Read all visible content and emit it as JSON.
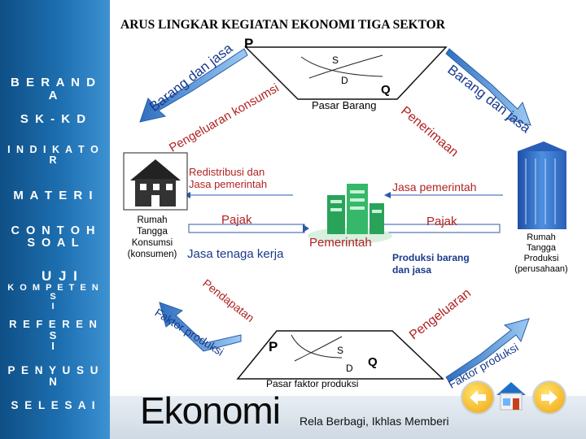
{
  "title": "ARUS LINGKAR KEGIATAN EKONOMI TIGA SEKTOR",
  "sidebar": {
    "items": [
      {
        "id": "beranda",
        "lines": [
          "B E R A N D A"
        ]
      },
      {
        "id": "sk-kd",
        "lines": [
          "S K  -  K D"
        ]
      },
      {
        "id": "indikator",
        "lines": [
          "I N D I K A T O",
          "R"
        ]
      },
      {
        "id": "materi",
        "lines": [
          "M A T E R I"
        ]
      },
      {
        "id": "contoh-soal",
        "lines": [
          "C O N T O H",
          "S O A L"
        ]
      },
      {
        "id": "uji-kompetensi",
        "lines": [
          "U J I",
          "K O M P E T E N S",
          "I"
        ]
      },
      {
        "id": "referensi",
        "lines": [
          "R E F E R E N S",
          "I"
        ]
      },
      {
        "id": "penyusun",
        "lines": [
          "P E N Y U S U N"
        ]
      },
      {
        "id": "selesai",
        "lines": [
          "S E L E S A I"
        ]
      }
    ]
  },
  "diagram": {
    "goods_market": {
      "p": "P",
      "s": "S",
      "d": "D",
      "q": "Q",
      "label": "Pasar Barang"
    },
    "factor_market": {
      "p": "P",
      "s": "S",
      "d": "D",
      "q": "Q",
      "label": "Pasar faktor produksi"
    },
    "arrows": {
      "barang_dan_jasa_left": "Barang dan jasa",
      "pengeluaran_konsumsi": "Pengeluaran konsumsi",
      "barang_dan_jasa_right": "Barang dan jasa",
      "penerimaan": "Penerimaan",
      "pendapatan": "Pendapatan",
      "faktor_produksi_left": "Faktor produksi",
      "pengeluaran": "Pengeluaran",
      "faktor_produksi_right": "Faktor produksi"
    },
    "household": {
      "name": "Rumah Tangga Konsumsi (konsumen)",
      "line1": "Rumah",
      "line2": "Tangga",
      "line3": "Konsumsi",
      "line4": "konsumen)"
    },
    "firm": {
      "line1": "Rumah",
      "line2": "Tangga",
      "line3": "Produksi",
      "line4": "(perusahaan)"
    },
    "government": {
      "label": "Pemerintah"
    },
    "labels": {
      "redistribusi_1": "Redistribusi dan",
      "redistribusi_2": "Jasa pemerintah",
      "jasa_pemerintah": "Jasa pemerintah",
      "pajak_left": "Pajak",
      "pajak_right": "Pajak",
      "jasa_tenaga_kerja": "Jasa tenaga kerja",
      "produksi_barang_1": "Produksi barang",
      "produksi_barang_2": "dan jasa"
    }
  },
  "footer": {
    "brand": "Ekonomi",
    "slogan": "Rela Berbagi, Ikhlas Memberi"
  },
  "colors": {
    "sidebar": "#1d6fb0",
    "arrow": "#4a90d9",
    "text_diag": "#1a3a8c",
    "brand_text": "#0b0b0b"
  },
  "icons": [
    "house-icon",
    "building-icon",
    "government-building-icon",
    "home-nav-icon",
    "back-arrow-icon",
    "forward-arrow-icon"
  ]
}
